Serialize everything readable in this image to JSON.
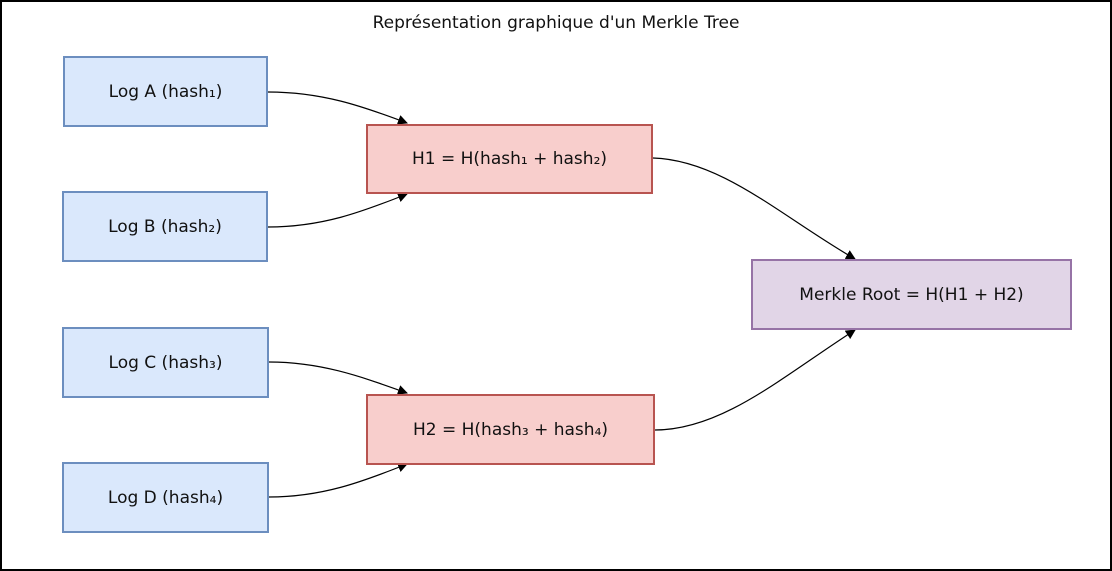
{
  "title": "Représentation graphique d'un Merkle Tree",
  "nodes": {
    "log_a": "Log A (hash₁)",
    "log_b": "Log B (hash₂)",
    "log_c": "Log C (hash₃)",
    "log_d": "Log D (hash₄)",
    "h1": "H1 = H(hash₁ + hash₂)",
    "h2": "H2 = H(hash₃ + hash₄)",
    "root": "Merkle Root = H(H1 + H2)"
  },
  "edges": [
    {
      "from": "log_a",
      "to": "h1"
    },
    {
      "from": "log_b",
      "to": "h1"
    },
    {
      "from": "log_c",
      "to": "h2"
    },
    {
      "from": "log_d",
      "to": "h2"
    },
    {
      "from": "h1",
      "to": "root"
    },
    {
      "from": "h2",
      "to": "root"
    }
  ],
  "colors": {
    "leaf": "#dae8fc",
    "inner": "#f8cecc",
    "root": "#e1d5e7"
  }
}
